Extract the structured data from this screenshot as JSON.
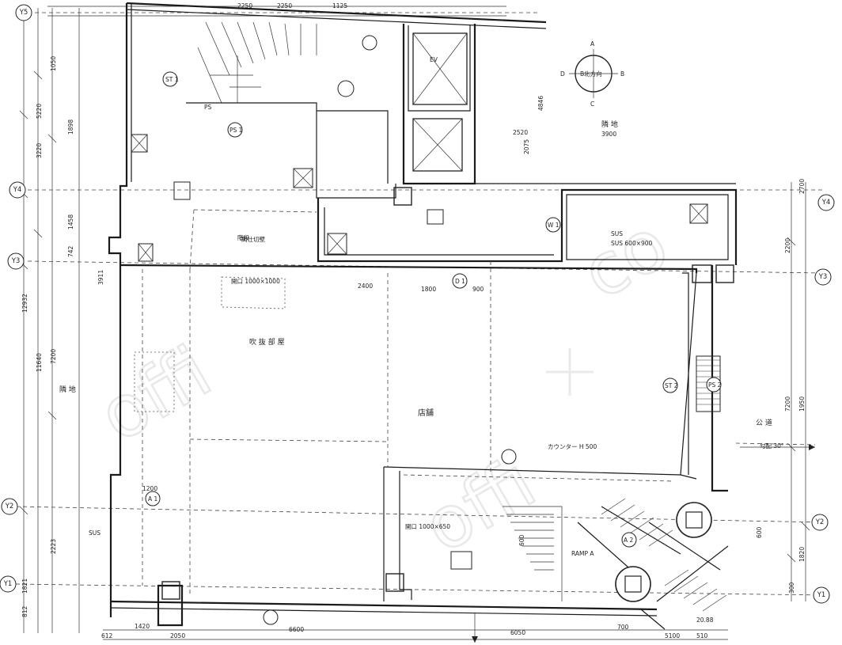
{
  "compass": {
    "north": "A",
    "south": "C",
    "east": "B",
    "west": "D",
    "center": "В北方向"
  },
  "grid_labels": {
    "left": [
      "Y5",
      "Y4",
      "Y3",
      "Y2",
      "Y1"
    ],
    "right": [
      "Y4",
      "Y3",
      "Y2",
      "Y1"
    ]
  },
  "top_dims": [
    "2250",
    "2250",
    "1125"
  ],
  "left_dims": [
    "1050",
    "5220",
    "3220",
    "1898",
    "1458",
    "742",
    "12932",
    "3911",
    "11640",
    "7200",
    "2223",
    "1821",
    "812"
  ],
  "right_dims": [
    "2700",
    "2200",
    "1950",
    "7200",
    "1820",
    "600",
    "300"
  ],
  "bottom_dims": [
    "612",
    "1420",
    "2050",
    "6600",
    "6050",
    "700",
    "5100",
    "510",
    "20.88"
  ],
  "mid_dims": [
    "2520",
    "3900",
    "2075",
    "4846",
    "2400",
    "1800",
    "900",
    "1200",
    "600"
  ],
  "room_labels": {
    "main_space": "店舗",
    "void_left": "吹 抜 部 屋",
    "neighbor_left": "隣 地",
    "neighbor_top": "隣 地",
    "road_right": "公 道",
    "ps_label": "PS",
    "stair_label": "階段",
    "elevator_label": "EV",
    "sus_left": "SUS",
    "sus_right": "SUS",
    "ramp": "RAMP A",
    "slope": "勾配 30°",
    "counter": "カウンター H 500",
    "partition": "間仕切壁",
    "sus_size": "SUS 600×900",
    "hole_size": "開口 1000×1000",
    "hole_size_2": "開口 1000×650"
  },
  "markers": [
    "ST 1",
    "ST 2",
    "PS 1",
    "PS 2",
    "A 1",
    "A 2",
    "D 1",
    "W 1"
  ]
}
